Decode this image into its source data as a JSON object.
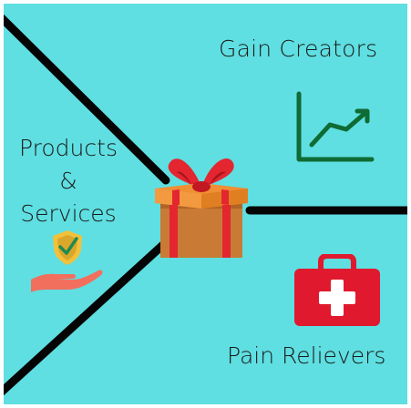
{
  "labels": {
    "gain_creators": "Gain Creators",
    "pain_relievers": "Pain Relievers",
    "products": "Products",
    "ampersand": "&",
    "services": "Services"
  },
  "icons": {
    "gain": "trending-up-chart-icon",
    "pain": "first-aid-kit-icon",
    "products": "hand-with-checkmark-shield-icon",
    "center": "gift-box-icon"
  },
  "colors": {
    "background": "#5fdfe1",
    "lines": "#050505",
    "chart": "#0f6b34",
    "first_aid": "#e0192e",
    "gift_box": "#c97a35",
    "ribbon": "#e32630",
    "shield": "#f2c13c",
    "hand": "#f26f5e"
  }
}
